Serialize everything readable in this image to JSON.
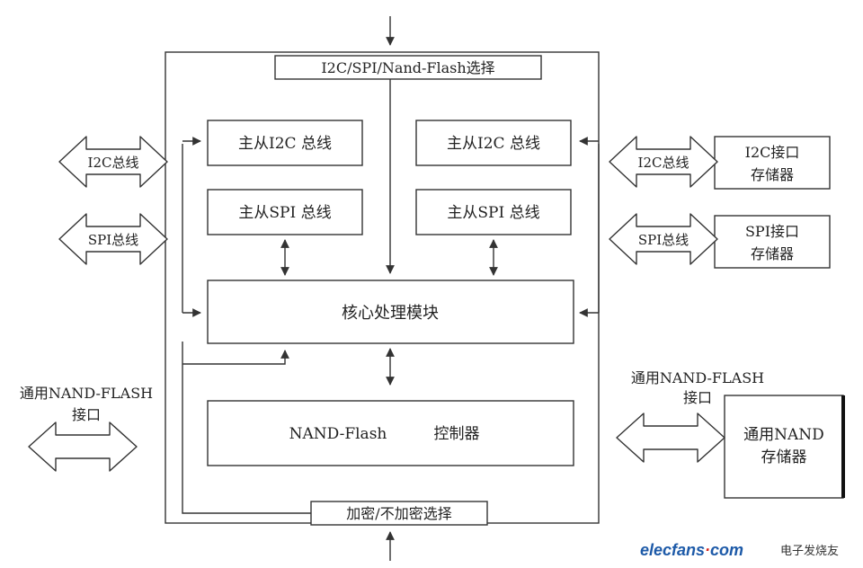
{
  "diagram": {
    "top_select": "I2C/SPI/Nand-Flash选择",
    "bottom_select": "加密/不加密选择",
    "master_i2c_left": "主从I2C 总线",
    "master_spi_left": "主从SPI 总线",
    "master_i2c_right": "主从I2C 总线",
    "master_spi_right": "主从SPI 总线",
    "core": "核心处理模块",
    "nand_ctrl_a": "NAND-Flash",
    "nand_ctrl_b": "控制器",
    "left_i2c_bus": "I2C总线",
    "left_spi_bus": "SPI总线",
    "left_nand_line1": "通用NAND-FLASH",
    "left_nand_line2": "接口",
    "right_i2c_bus": "I2C总线",
    "right_spi_bus": "SPI总线",
    "right_nand_line1": "通用NAND-FLASH",
    "right_nand_line2": "接口",
    "i2c_mem_line1": "I2C接口",
    "i2c_mem_line2": "存储器",
    "spi_mem_line1": "SPI接口",
    "spi_mem_line2": "存储器",
    "nand_mem_line1": "通用NAND",
    "nand_mem_line2": "存储器"
  },
  "watermark": {
    "brand": "elecfans",
    "dot": "·",
    "tld": "com",
    "cn": "电子发烧友"
  }
}
